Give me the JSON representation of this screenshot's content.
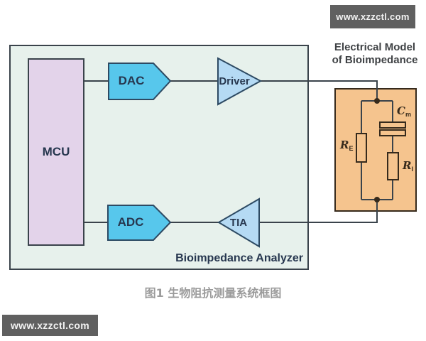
{
  "watermarks": {
    "top_right": "www.xzzctl.com",
    "bottom_left": "www.xzzctl.com"
  },
  "heading": {
    "line1": "Electrical Model",
    "line2": "of Bioimpedance"
  },
  "analyzer": {
    "label": "Bioimpedance Analyzer",
    "blocks": {
      "mcu": "MCU",
      "dac": "DAC",
      "driver": "Driver",
      "adc": "ADC",
      "tia": "TIA"
    }
  },
  "model": {
    "re": {
      "main": "R",
      "sub": "E"
    },
    "cm": {
      "main": "C",
      "sub": "m"
    },
    "ri": {
      "main": "R",
      "sub": "I"
    }
  },
  "caption": "图1 生物阻抗测量系统框图",
  "colors": {
    "analyzer_fill": "#e7f1ec",
    "analyzer_border": "#3a434b",
    "mcu_fill": "#e3d3ea",
    "block_fill": "#57c7ec",
    "amp_fill": "#b5daf4",
    "block_border": "#2d4a63",
    "label_text": "#27374f",
    "model_fill": "#f5c48e",
    "model_border": "#362a1c",
    "wire": "#3a434b",
    "heading_text": "#3f4245",
    "caption_text": "#9b9b9b",
    "watermark_bg": "#606060",
    "watermark_text": "#f2f2f2"
  }
}
